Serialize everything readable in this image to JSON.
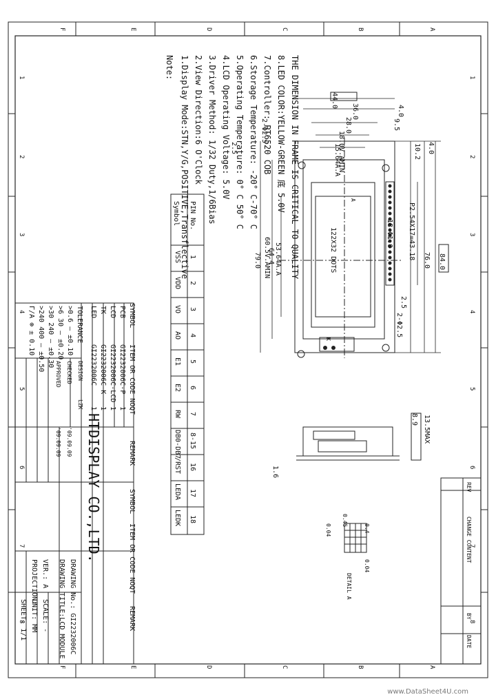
{
  "frame": {
    "columns": [
      "A",
      "B",
      "C",
      "D",
      "E",
      "F"
    ],
    "rows": [
      "1",
      "2",
      "3",
      "4",
      "5",
      "6",
      "7",
      "8"
    ]
  },
  "notes": {
    "title": "Note:",
    "items": [
      "1.Display Mode:STN,Y/G,POSITIVE,Transflective",
      "2.View Direction:6 O'Clock",
      "3.Driver Method: 1/32 Duty,1/6Bias",
      "4.LCD Operating Voltage: 5.0V",
      "5.Operating Temperature: 0° C 50° C",
      "6.Storage Temperature: -20° C-70° C",
      "7.Controller: PT6520 COB",
      "8.LED COLOR:YELLOW-GREEN 底 5.0V",
      "THE DIMENSION IN FRAME IS CRITICAL TO QUALITY"
    ]
  },
  "pin_table": {
    "row_labels": [
      "PIN No.",
      "Symbol"
    ],
    "pins": [
      {
        "no": "1",
        "symbol": "VSS"
      },
      {
        "no": "2",
        "symbol": "VDD"
      },
      {
        "no": "3",
        "symbol": "VO"
      },
      {
        "no": "4",
        "symbol": "AO"
      },
      {
        "no": "5",
        "symbol": "E1"
      },
      {
        "no": "6",
        "symbol": "E2"
      },
      {
        "no": "7",
        "symbol": "RW"
      },
      {
        "no": "8-15",
        "symbol": "DB0-DB7"
      },
      {
        "no": "16",
        "symbol": "/RST"
      },
      {
        "no": "17",
        "symbol": "LEDA"
      },
      {
        "no": "18",
        "symbol": "LEDK"
      }
    ]
  },
  "dimensions": {
    "d44": "44.0",
    "d36": "36.0",
    "d4a": "4.0",
    "d28": "28.0",
    "d95": "9.5",
    "hole2": "2-Φ2.5",
    "va": "18.0V.AMIN",
    "aa": "15.64A.A",
    "d25": "2.5",
    "d102": "10.2",
    "d4b": "4.0",
    "pitch": "P2.54X17=43.18",
    "d1841": "18-Φ1.0",
    "dots": "122X32 DOTS",
    "aa2": "53.64A.A",
    "va2": "60.5V.AMIN",
    "d644": "64.4",
    "d790": "79.0",
    "d760": "76.0",
    "d840": "84.0",
    "d25b": "2.5",
    "hole2b": "2-Φ2.5",
    "d89": "8.9",
    "max": "13.5MAX",
    "d16": "1.6",
    "d045": "0.45",
    "d004": "0.04",
    "d04": "0.4",
    "d004b": "0.04",
    "detail": "DETAIL A",
    "pin_a": "A",
    "pin_k": "K"
  },
  "parts_table": {
    "rows": [
      {
        "item": "LED",
        "code": "GI2232006C",
        "qt": "1"
      },
      {
        "item": "TK",
        "code": "GI2232006C-K",
        "qt": "1"
      },
      {
        "item": "LCD",
        "code": "GI2232006C-LCD",
        "qt": "1"
      },
      {
        "item": "PCB",
        "code": "GI2232006C-P",
        "qt": "1"
      }
    ],
    "header": {
      "symbol": "SYMBOL",
      "item": "ITEM OR CODE NO.",
      "qt": "QT",
      "remark": "REMARK"
    }
  },
  "tolerance": {
    "title": "TOLERANCE",
    "rows": [
      ">0.6 — ±0.10",
      ">6 30 — ±0.20",
      ">30 240 — ±0.30",
      ">240 400 — ±0.50",
      "Γ/A ⊕ ± 0.10"
    ]
  },
  "company": "HTDISPLAY CO.,LTD.",
  "signatures": {
    "design": "DESIGN",
    "checked": "CHECKED",
    "approved": "APPROVED",
    "design_name": "LZK",
    "date1": "'09.09.09",
    "date2": "'09.09.09"
  },
  "revision": {
    "rev": "REV",
    "content": "CHANGE CONTENT",
    "by": "BY",
    "date": "DATE"
  },
  "title_block": {
    "drawing_no": "DRAWING No.: GI2232006C",
    "title": "DRAWING TITLE:LCD MODULE",
    "ver": "VER.: A",
    "scale": "SCALE: -",
    "projection": "PROJECTION:",
    "unit": "UNIT: MM",
    "sheet": "SHEET: 1/1"
  },
  "watermark": "www.DataSheet4U.com"
}
